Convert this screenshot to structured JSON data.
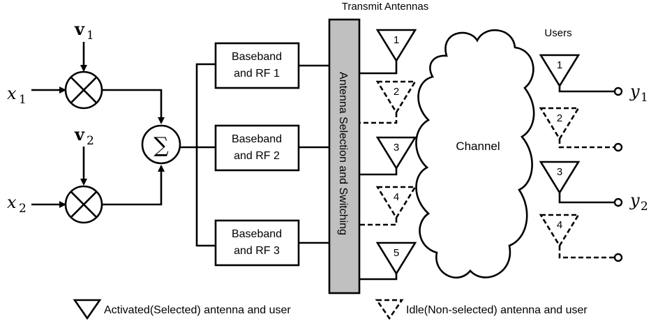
{
  "diagram": {
    "title": "Transmit Antennas",
    "users_title": "Users",
    "inputs": [
      {
        "var": "x",
        "sub": "1"
      },
      {
        "var": "x",
        "sub": "2"
      }
    ],
    "precoders": [
      {
        "var": "v",
        "sub": "1"
      },
      {
        "var": "v",
        "sub": "2"
      }
    ],
    "summer_symbol": "∑",
    "rf_chains": [
      {
        "line1": "Baseband",
        "line2": "and RF 1"
      },
      {
        "line1": "Baseband",
        "line2": "and RF 2"
      },
      {
        "line1": "Baseband",
        "line2": "and RF 3"
      }
    ],
    "switch_label": "Antenna Selection and Switching",
    "switch_color": "#c0c0c0",
    "transmit_antennas": [
      {
        "label": "1",
        "state": "activated"
      },
      {
        "label": "2",
        "state": "idle"
      },
      {
        "label": "3",
        "state": "activated"
      },
      {
        "label": "4",
        "state": "idle"
      },
      {
        "label": "5",
        "state": "activated"
      }
    ],
    "channel_label": "Channel",
    "users": [
      {
        "label": "1",
        "state": "activated",
        "output_var": "y",
        "output_sub": "1"
      },
      {
        "label": "2",
        "state": "idle",
        "output_var": "",
        "output_sub": ""
      },
      {
        "label": "3",
        "state": "activated",
        "output_var": "y",
        "output_sub": "2"
      },
      {
        "label": "4",
        "state": "idle",
        "output_var": "",
        "output_sub": ""
      }
    ],
    "legend": {
      "activated": "Activated(Selected) antenna and user",
      "idle": "Idle(Non-selected) antenna and user"
    }
  }
}
